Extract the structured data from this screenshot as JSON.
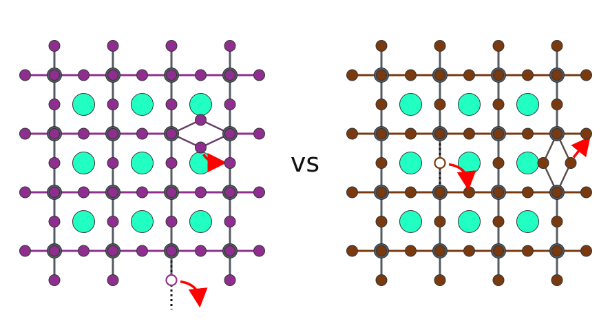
{
  "divider_text": "vs",
  "colors": {
    "background": "#ffffff",
    "bond_gray": "#555a62",
    "atom_outline": "#333333",
    "interstitial_fill": "#22ffc2",
    "hop_arrow": "#ff0000",
    "vacancy_dots": "#111111"
  },
  "panels": [
    {
      "name": "purple-lattice",
      "atom_color": "#8e2f8f",
      "bond_color": "#8e2f8f",
      "vacancy_row": 3,
      "vacancy_col": 2,
      "defect": "horizontal-split-pair",
      "defect_row": 1,
      "defect_col": 2
    },
    {
      "name": "brown-lattice",
      "atom_color": "#7a3a10",
      "bond_color": "#7a3a10",
      "vacancy_row": 1,
      "vacancy_col": 1,
      "defect": "vertical-split-pair",
      "defect_row": 2,
      "defect_col": 3
    }
  ]
}
